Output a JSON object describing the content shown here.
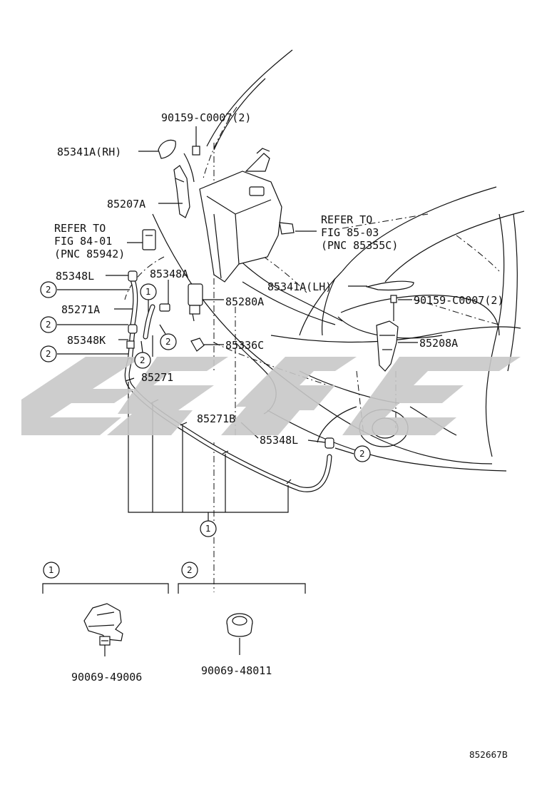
{
  "labels": {
    "bolt_top": "90159-C0007(2)",
    "cover_rh": "85341A(RH)",
    "nozzle_85207a": "85207A",
    "refer_left_1": "REFER TO",
    "refer_left_2": "FIG 84-01",
    "refer_left_3": "(PNC 85942)",
    "refer_right_1": "REFER TO",
    "refer_right_2": "FIG 85-03",
    "refer_right_3": "(PNC 85355C)",
    "joint_85348l_top": "85348L",
    "joint_85348a": "85348A",
    "cover_lh": "85341A(LH)",
    "pump_85280a": "85280A",
    "bolt_right": "90159-C0007(2)",
    "hose_85271a": "85271A",
    "joint_85348k": "85348K",
    "clip_85336c": "85336C",
    "nozzle_85208a": "85208A",
    "hose_85271": "85271",
    "hose_85271b": "85271B",
    "joint_85348l_bottom": "85348L",
    "part_clamp": "90069-49006",
    "part_clip": "90069-48011",
    "figure_id": "852667B"
  },
  "callouts": {
    "one": "1",
    "two": "2"
  },
  "watermark": {
    "color": "#c8c8c8"
  }
}
